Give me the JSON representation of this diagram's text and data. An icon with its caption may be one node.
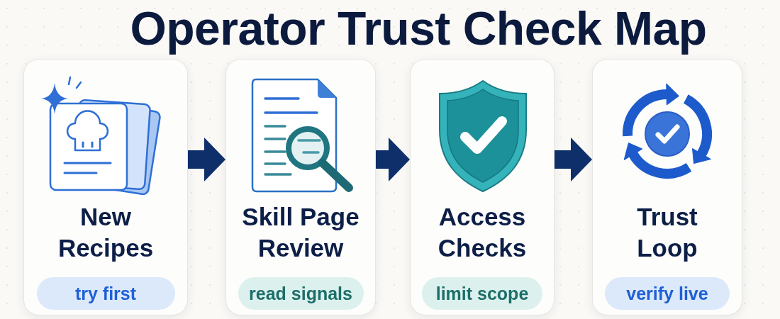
{
  "diagram": {
    "title": "Operator Trust Check Map",
    "nodes": [
      {
        "text": [
          "New Recipes"
        ]
      },
      {
        "text": [
          "try first"
        ],
        "in": 0
      },
      {
        "text": [
          "Skill Page Review"
        ]
      },
      {
        "text": [
          "read signals"
        ],
        "in": 2
      },
      {
        "text": [
          "Access Checks"
        ]
      },
      {
        "text": [
          "limit scope"
        ],
        "in": 4
      },
      {
        "text": [
          "Trust Loop"
        ]
      },
      {
        "text": [
          "verify live"
        ],
        "in": 6
      }
    ],
    "edges": [
      {
        "from": 0,
        "to": 2,
        "arrow": "to"
      },
      {
        "from": 2,
        "to": 4,
        "arrow": "to"
      },
      {
        "from": 4,
        "to": 6,
        "arrow": "to"
      }
    ]
  }
}
